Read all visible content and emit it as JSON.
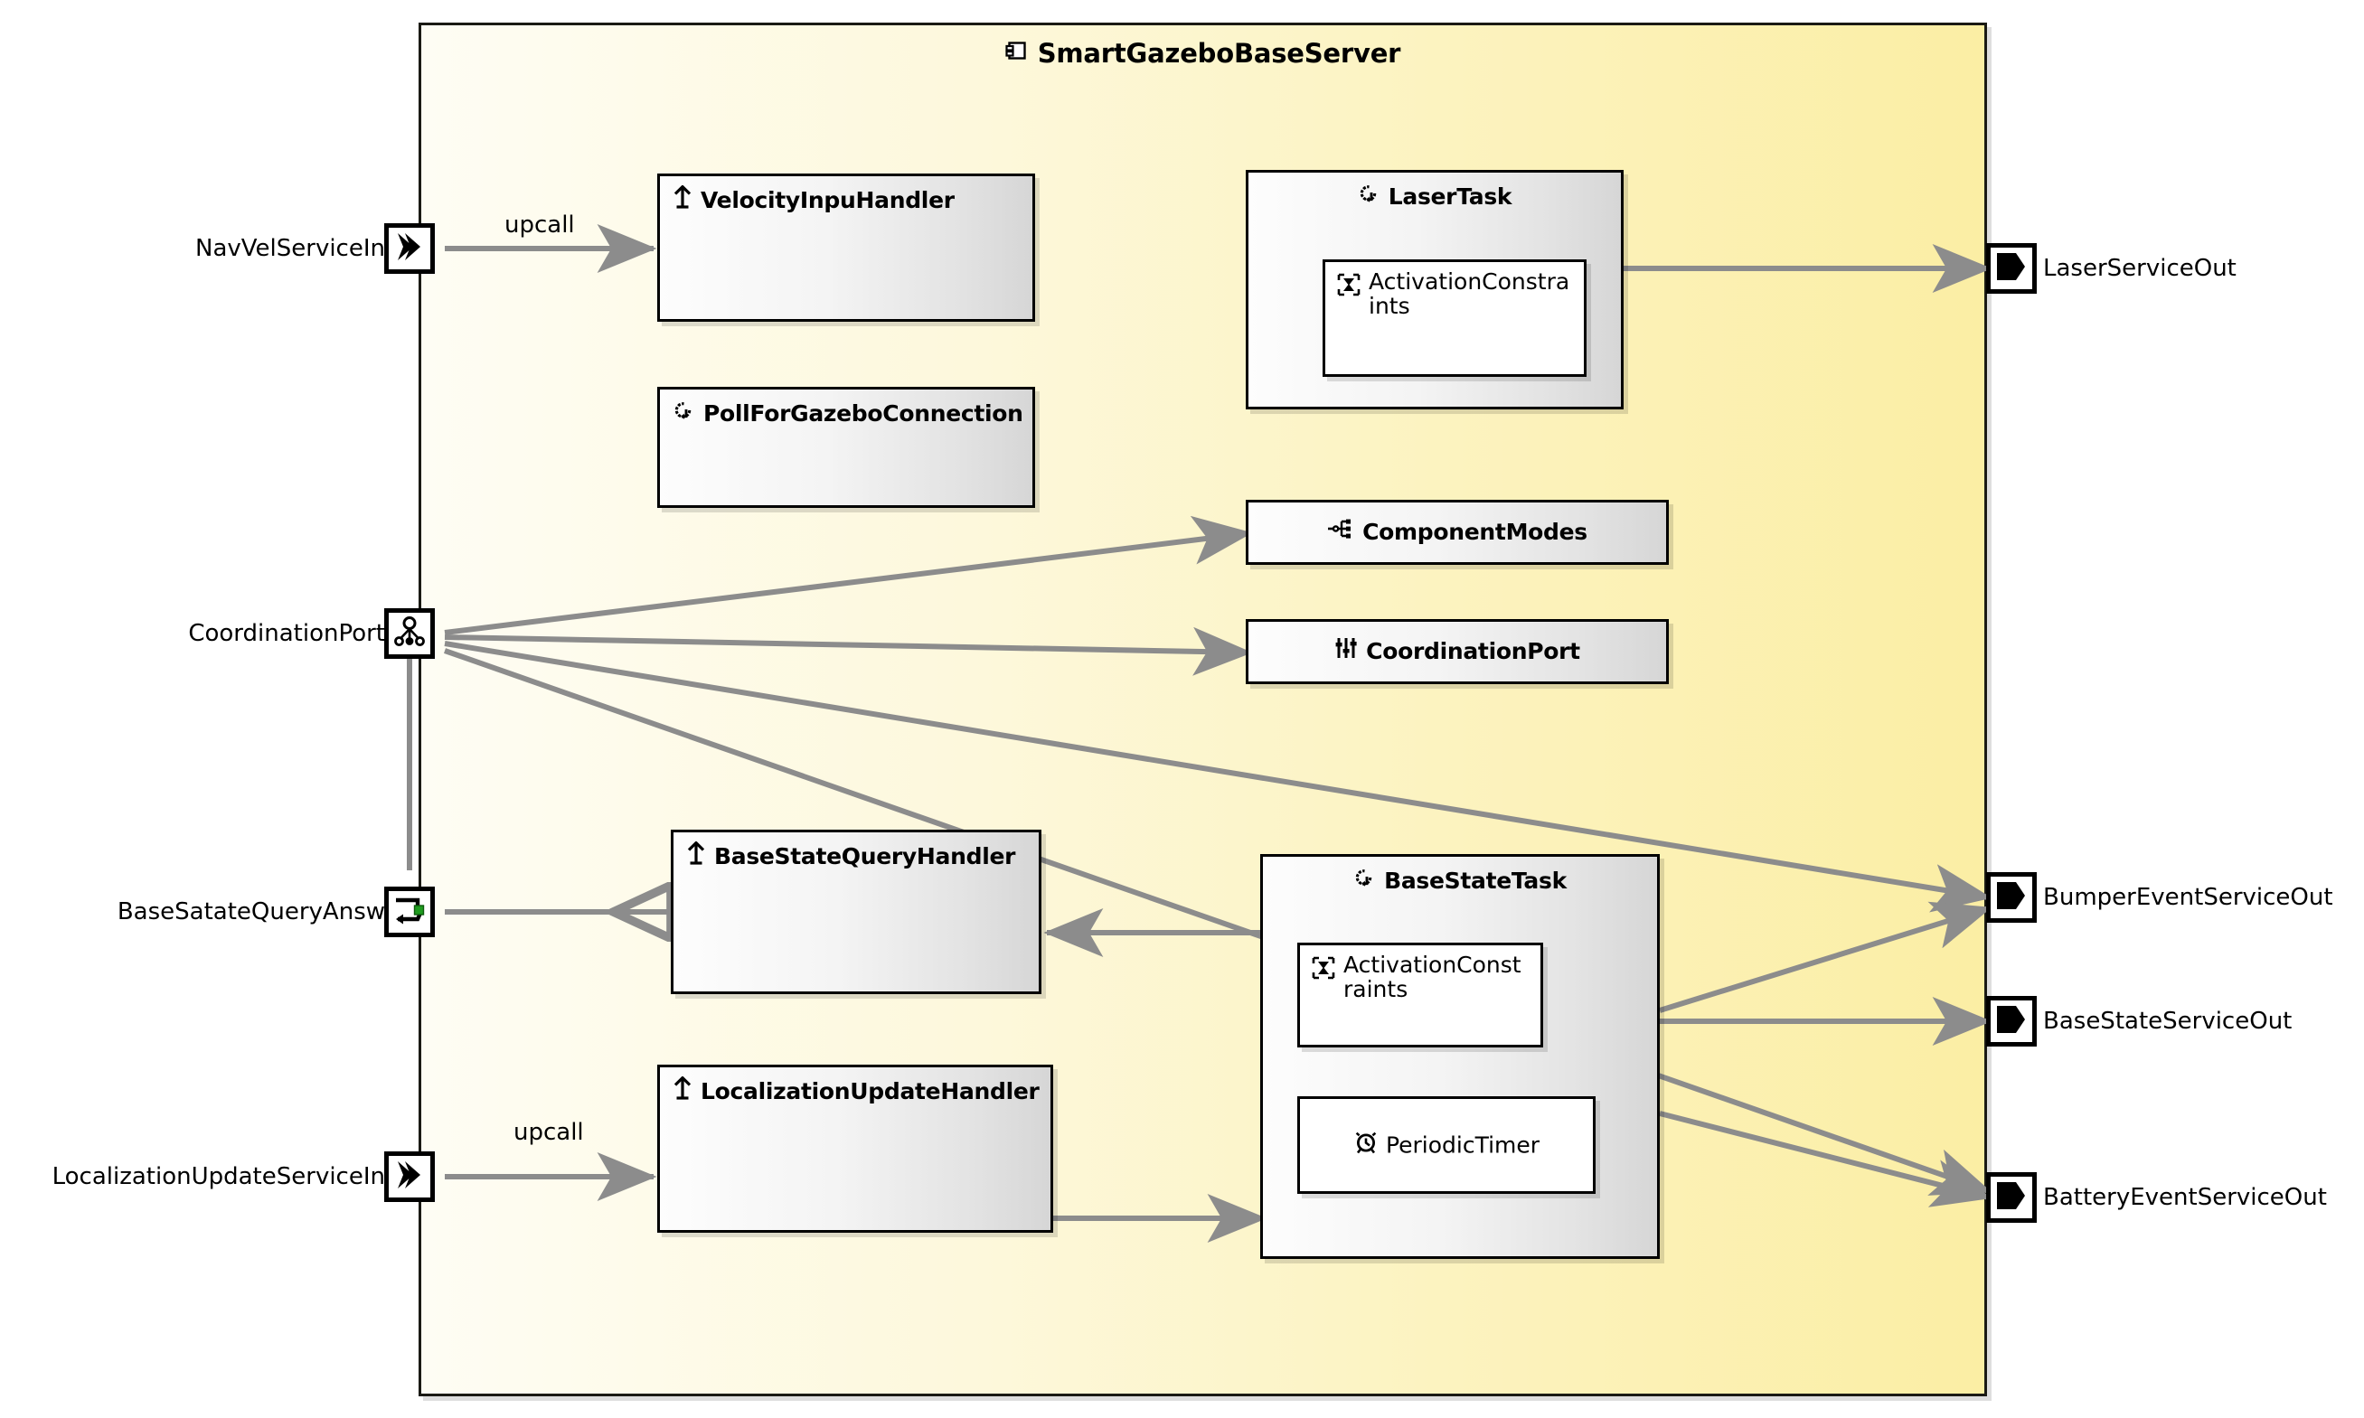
{
  "component": {
    "title": "SmartGazeboBaseServer",
    "icon": "uml-component-icon",
    "fill_left": "#fefdf4",
    "fill_right": "#fbeea4",
    "border": "#1a1a14"
  },
  "input_ports": [
    {
      "label": "NavVelServiceIn",
      "icon": "service-in-port-icon"
    },
    {
      "label": "CoordinationPort",
      "icon": "coordination-port-icon"
    },
    {
      "label": "BaseSatateQueryAnsw",
      "icon": "query-answer-port-icon"
    },
    {
      "label": "LocalizationUpdateServiceIn",
      "icon": "service-in-port-icon"
    }
  ],
  "output_ports": [
    {
      "label": "LaserServiceOut",
      "icon": "service-out-port-icon"
    },
    {
      "label": "BumperEventServiceOut",
      "icon": "service-out-port-icon"
    },
    {
      "label": "BaseStateServiceOut",
      "icon": "service-out-port-icon"
    },
    {
      "label": "BatteryEventServiceOut",
      "icon": "service-out-port-icon"
    }
  ],
  "handlers": [
    {
      "label": "VelocityInpuHandler",
      "icon": "upcall-handler-icon"
    },
    {
      "label": "PollForGazeboConnection",
      "icon": "task-cycle-icon"
    },
    {
      "label": "BaseStateQueryHandler",
      "icon": "upcall-handler-icon"
    },
    {
      "label": "LocalizationUpdateHandler",
      "icon": "upcall-handler-icon"
    }
  ],
  "tasks": [
    {
      "label": "LaserTask",
      "icon": "task-cycle-icon",
      "children": [
        {
          "label": "ActivationConstraints",
          "line1": "ActivationConstra",
          "line2": "ints",
          "icon": "hourglass-icon"
        }
      ]
    },
    {
      "label": "BaseStateTask",
      "icon": "task-cycle-icon",
      "children": [
        {
          "label": "ActivationConstraints",
          "line1": "ActivationConst",
          "line2": "raints",
          "icon": "hourglass-icon"
        },
        {
          "label": "PeriodicTimer",
          "line1": "PeriodicTimer",
          "line2": "",
          "icon": "alarm-clock-icon"
        }
      ]
    }
  ],
  "coordination_boxes": [
    {
      "label": "ComponentModes",
      "icon": "component-modes-icon"
    },
    {
      "label": "CoordinationPort",
      "icon": "sliders-icon"
    }
  ],
  "edge_labels": [
    {
      "text": "upcall"
    },
    {
      "text": "upcall"
    }
  ],
  "colors": {
    "connector": "#8c8c8c",
    "box_fill_start": "#fdfdfd",
    "box_fill_end": "#d6d6d6",
    "port_accent_green": "#1f9b1f"
  }
}
